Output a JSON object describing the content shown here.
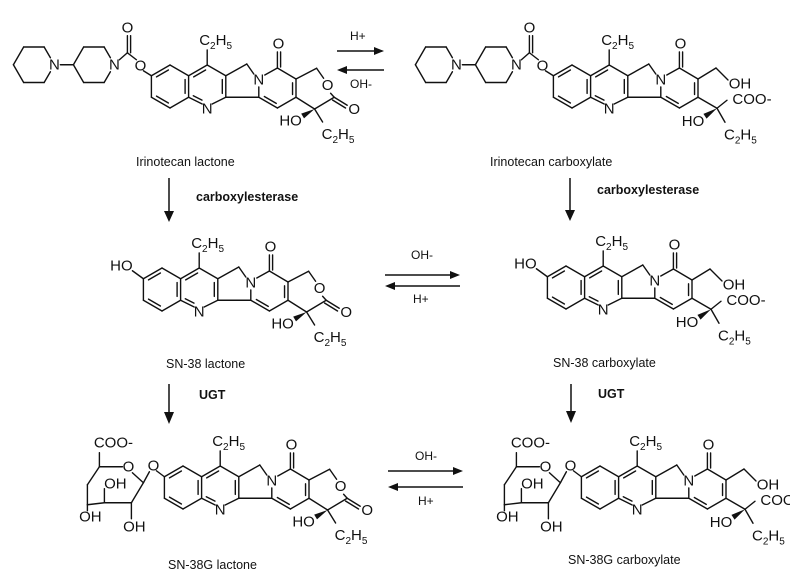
{
  "title": "Irinotecan metabolism and lactone/carboxylate interconversion scheme",
  "compounds": [
    {
      "id": "irinotecan_lactone",
      "name": "Irinotecan lactone",
      "form": "lactone",
      "substituent": "piperidinopiperidine-carbonyloxy"
    },
    {
      "id": "irinotecan_carboxylate",
      "name": "Irinotecan carboxylate",
      "form": "carboxylate",
      "substituent": "piperidinopiperidine-carbonyloxy"
    },
    {
      "id": "sn38_lactone",
      "name": "SN-38 lactone",
      "form": "lactone",
      "substituent": "hydroxy"
    },
    {
      "id": "sn38_carboxylate",
      "name": "SN-38 carboxylate",
      "form": "carboxylate",
      "substituent": "hydroxy"
    },
    {
      "id": "sn38g_lactone",
      "name": "SN-38G  lactone",
      "form": "lactone",
      "substituent": "glucuronide"
    },
    {
      "id": "sn38g_carboxylate",
      "name": "SN-38G carboxylate",
      "form": "carboxylate",
      "substituent": "glucuronide"
    }
  ],
  "equilibria": [
    {
      "from": "irinotecan_lactone",
      "to": "irinotecan_carboxylate",
      "top_label": "H+",
      "bottom_label": "OH-"
    },
    {
      "from": "sn38_lactone",
      "to": "sn38_carboxylate",
      "top_label": "OH-",
      "bottom_label": "H+"
    },
    {
      "from": "sn38g_lactone",
      "to": "sn38g_carboxylate",
      "top_label": "OH-",
      "bottom_label": "H+"
    }
  ],
  "conversions": [
    {
      "from": "irinotecan_lactone",
      "to": "sn38_lactone",
      "enzyme": "carboxylesterase"
    },
    {
      "from": "irinotecan_carboxylate",
      "to": "sn38_carboxylate",
      "enzyme": "carboxylesterase"
    },
    {
      "from": "sn38_lactone",
      "to": "sn38g_lactone",
      "enzyme": "UGT"
    },
    {
      "from": "sn38_carboxylate",
      "to": "sn38g_carboxylate",
      "enzyme": "UGT"
    }
  ],
  "atoms": {
    "N": "N",
    "O": "O",
    "HO": "HO",
    "OH": "OH",
    "C": "C",
    "H": "H",
    "sub2": "2",
    "sub5": "5",
    "COO": "COO-"
  }
}
